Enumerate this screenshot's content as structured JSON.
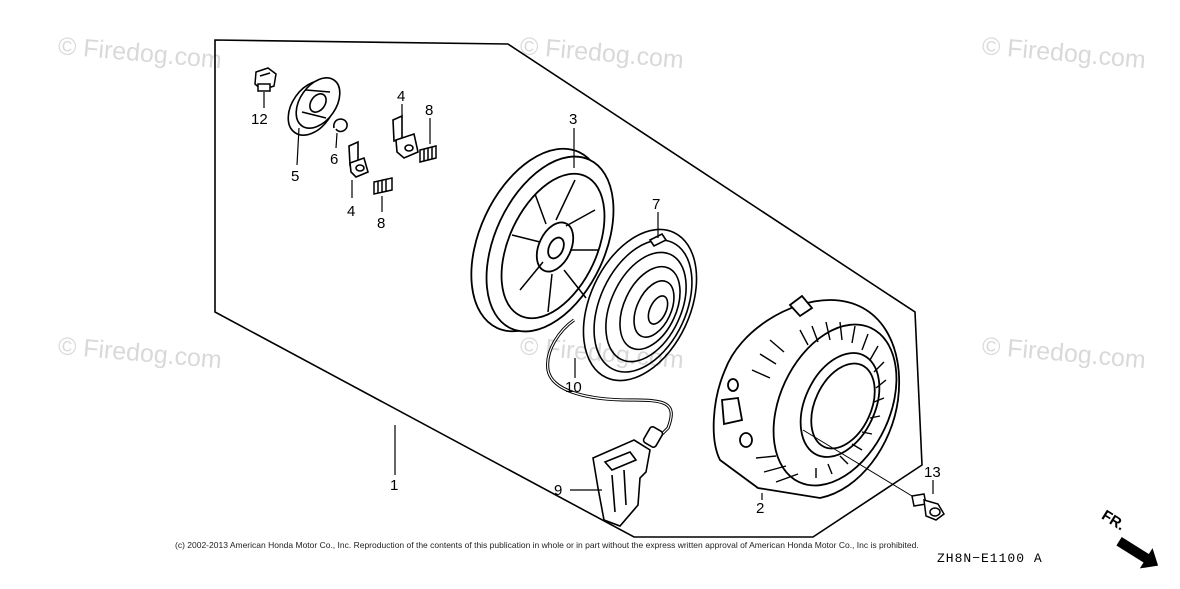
{
  "watermarks": [
    "© Firedog.com",
    "© Firedog.com",
    "© Firedog.com",
    "© Firedog.com",
    "© Firedog.com",
    "© Firedog.com"
  ],
  "callouts": {
    "c1": "1",
    "c2": "2",
    "c3": "3",
    "c4a": "4",
    "c4b": "4",
    "c5": "5",
    "c6": "6",
    "c7": "7",
    "c8a": "8",
    "c8b": "8",
    "c9": "9",
    "c10": "10",
    "c12": "12",
    "c13": "13"
  },
  "front_indicator": "FR.",
  "copyright": "(c) 2002-2013 American Honda Motor Co., Inc. Reproduction of the contents of this publication in whole or in part without the express written approval of American Honda Motor Co., Inc is prohibited.",
  "diagram_code": "ZH8N−E1100 A"
}
